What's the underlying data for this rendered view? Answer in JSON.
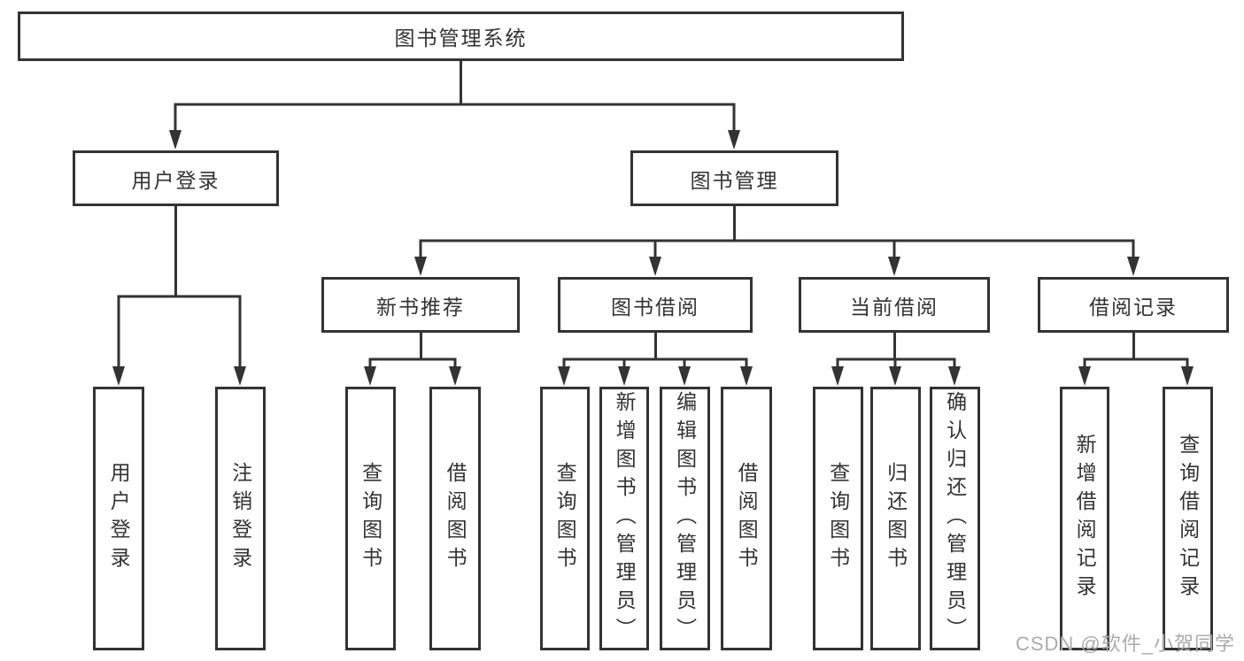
{
  "diagram": {
    "watermark": "CSDN @软件_小贺同学",
    "colors": {
      "line": "#333333",
      "text": "#333333",
      "background": "#ffffff",
      "watermark": "#ababab"
    },
    "root": {
      "label": "图书管理系统",
      "children": [
        {
          "label": "用户登录",
          "children": [
            {
              "label": "用户登录"
            },
            {
              "label": "注销登录"
            }
          ]
        },
        {
          "label": "图书管理",
          "children": [
            {
              "label": "新书推荐",
              "children": [
                {
                  "label": "查询图书"
                },
                {
                  "label": "借阅图书"
                }
              ]
            },
            {
              "label": "图书借阅",
              "children": [
                {
                  "label": "查询图书"
                },
                {
                  "label": "新增图书（管理员）"
                },
                {
                  "label": "编辑图书（管理员）"
                },
                {
                  "label": "借阅图书"
                }
              ]
            },
            {
              "label": "当前借阅",
              "children": [
                {
                  "label": "查询图书"
                },
                {
                  "label": "归还图书"
                },
                {
                  "label": "确认归还（管理员）"
                }
              ]
            },
            {
              "label": "借阅记录",
              "children": [
                {
                  "label": "新增借阅记录"
                },
                {
                  "label": "查询借阅记录"
                }
              ]
            }
          ]
        }
      ]
    }
  }
}
